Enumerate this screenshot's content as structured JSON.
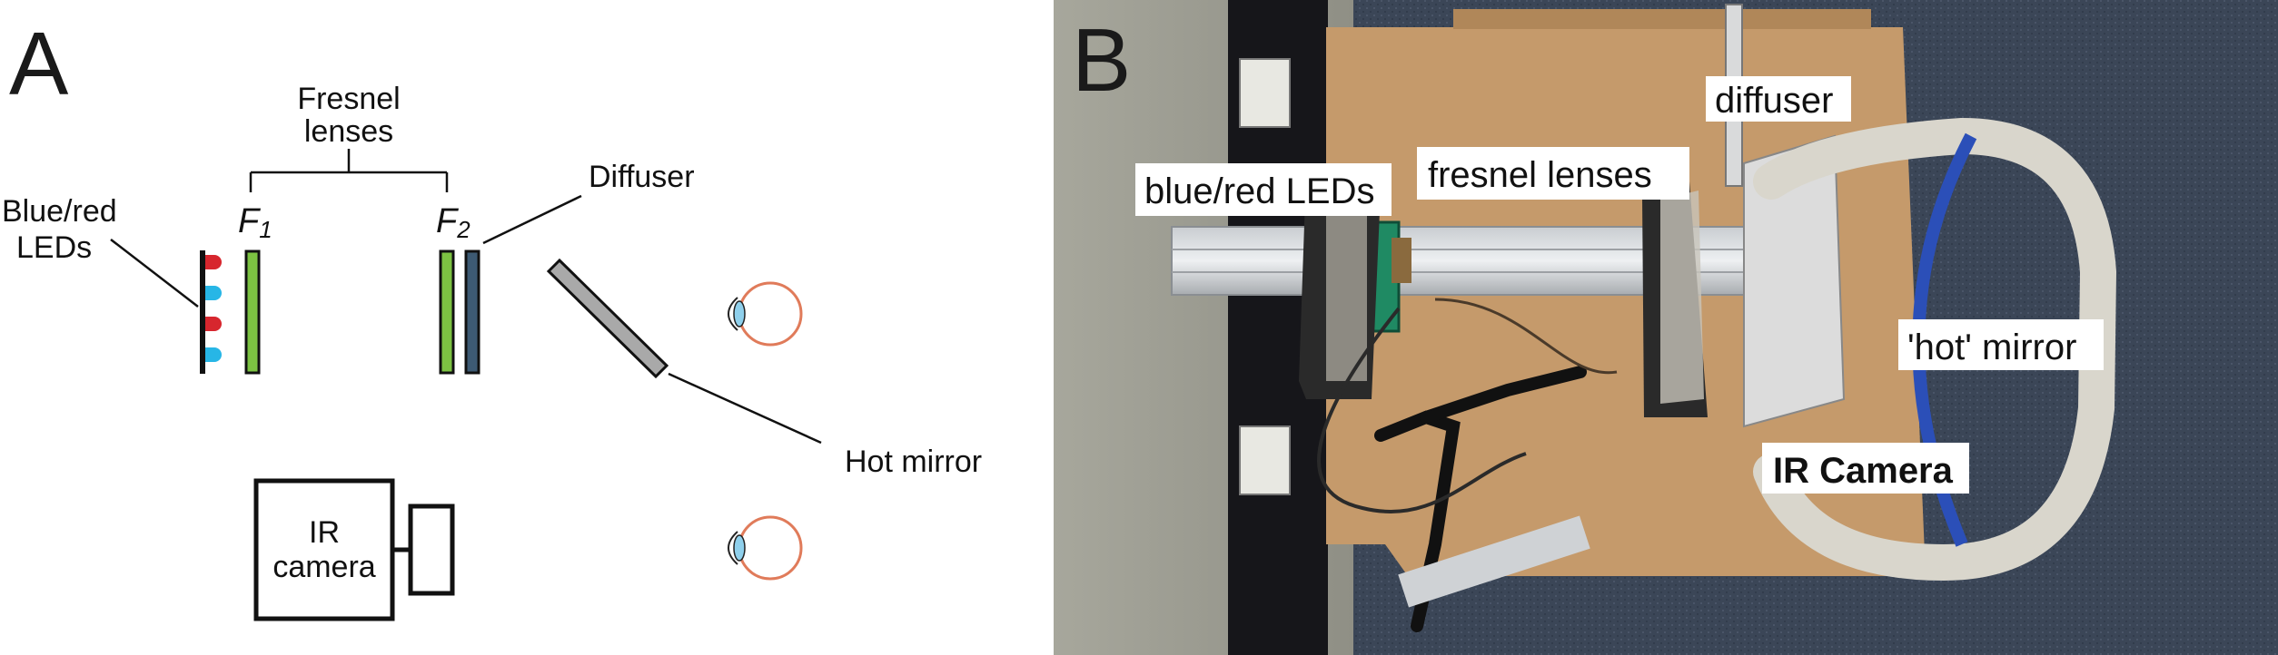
{
  "panel_a": {
    "letter": "A",
    "fresnel_label_line1": "Fresnel",
    "fresnel_label_line2": "lenses",
    "f1_label": "F",
    "f1_sub": "1",
    "f2_label": "F",
    "f2_sub": "2",
    "diffuser_label": "Diffuser",
    "leds_label_line1": "Blue/red",
    "leds_label_line2": "LEDs",
    "hot_mirror_label": "Hot mirror",
    "camera_label_line1": "IR",
    "camera_label_line2": "camera"
  },
  "panel_b": {
    "letter": "B",
    "labels": {
      "diffuser": "diffuser",
      "leds": "blue/red LEDs",
      "fresnel": "fresnel lenses",
      "hot_mirror": "'hot' mirror",
      "ir_camera": "IR Camera"
    }
  },
  "colors": {
    "lens_green": "#7cc242",
    "diffuser_blue": "#3d5a73",
    "led_red": "#d7262e",
    "led_cyan": "#27b6e6",
    "mirror_gray": "#a9a9a9",
    "eye_outline": "#e07b5a",
    "eye_iris": "#8fd0ec",
    "board_brown": "#c59a6b",
    "carpet_blue": "#3b4657"
  }
}
